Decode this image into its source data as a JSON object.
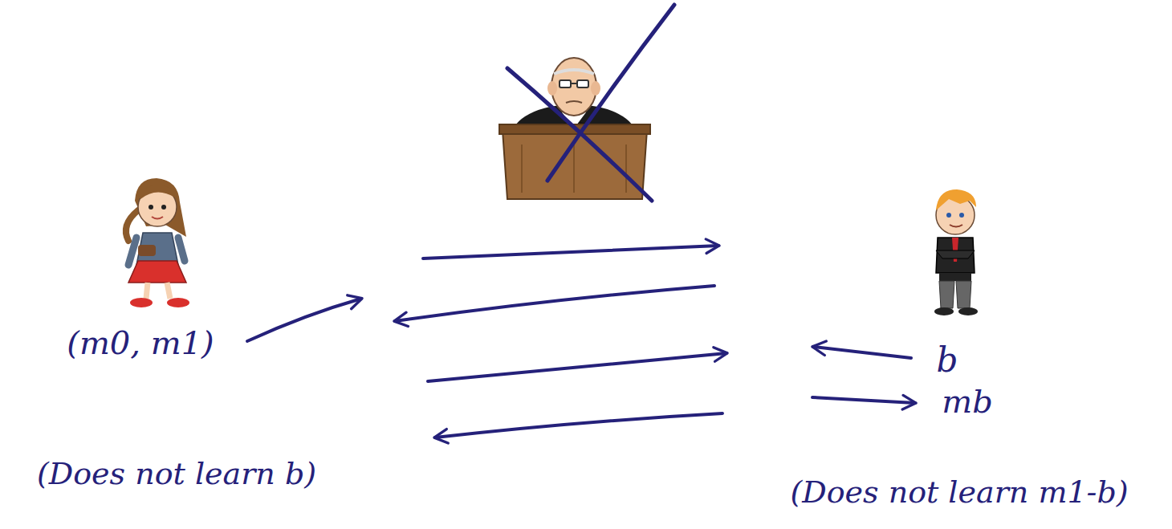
{
  "diagram": {
    "labels": [
      "(m0, m1)",
      "b",
      "mb",
      "(Does not learn b)",
      "(Does not learn m1-b)"
    ]
  }
}
